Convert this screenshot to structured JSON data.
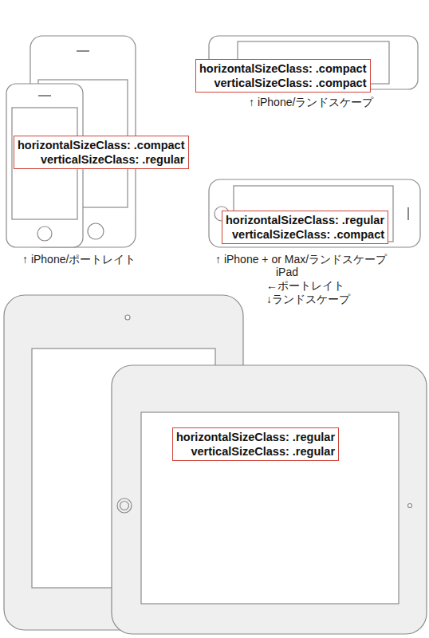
{
  "diagram": {
    "nodes": [
      {
        "text": [
          "horizontalSizeClass: .compact",
          "verticalSizeClass: .compact"
        ]
      },
      {
        "text": [
          "horizontalSizeClass: .compact",
          "verticalSizeClass: .regular"
        ]
      },
      {
        "text": [
          "horizontalSizeClass: .regular",
          "verticalSizeClass: .compact"
        ]
      },
      {
        "text": [
          "horizontalSizeClass: .regular",
          "verticalSizeClass: .regular"
        ]
      }
    ],
    "labels": [
      "↑ iPhone/ランドスケープ",
      "↑ iPhone/ポートレイト",
      "↑ iPhone + or Max/ランドスケープ",
      "iPad",
      "←ポートレイト",
      "↓ランドスケープ"
    ]
  }
}
